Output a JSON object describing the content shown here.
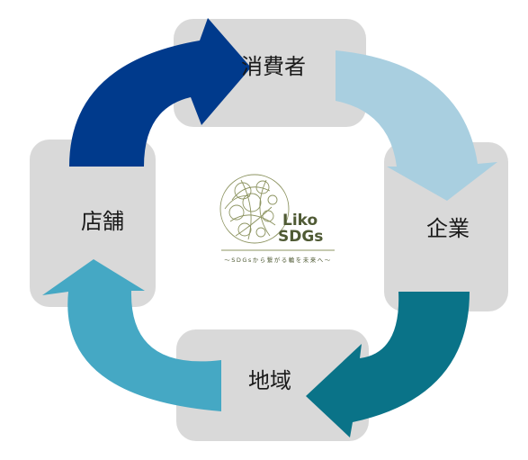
{
  "diagram": {
    "nodes": {
      "top": "消費者",
      "right": "企業",
      "bottom": "地域",
      "left": "店舗"
    },
    "arrows": {
      "top_left_color": "#003a8c",
      "top_right_color": "#a9cfe0",
      "bottom_right_color": "#0a7388",
      "bottom_left_color": "#45a8c4"
    },
    "box_color": "#d9d9d9"
  },
  "logo": {
    "name_line1": "Liko",
    "name_line2": "SDGs",
    "tagline": "〜SDGsから繋がる輪を未来へ〜",
    "color": "#4f5a34",
    "accent": "#8d9461"
  }
}
